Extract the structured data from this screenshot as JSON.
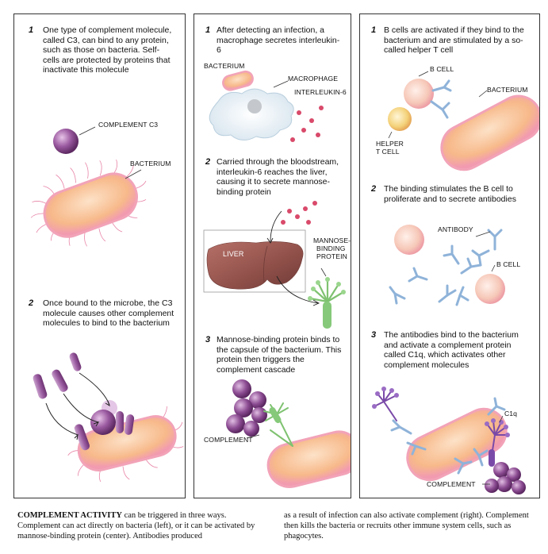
{
  "left": {
    "step1": {
      "num": "1",
      "text": "One type of complement molecule, called C3, can bind to any protein, such as those on bacteria. Self-cells are protected by proteins that inactivate this molecule"
    },
    "label_c3": "COMPLEMENT C3",
    "label_bacterium": "BACTERIUM",
    "step2": {
      "num": "2",
      "text": "Once bound to the microbe, the C3 molecule causes other complement molecules to bind to the bacterium"
    }
  },
  "center": {
    "step1": {
      "num": "1",
      "text": "After detecting an infection, a macrophage secretes interleukin-6"
    },
    "label_bacterium": "BACTERIUM",
    "label_macrophage": "MACROPHAGE",
    "label_interleukin": "INTERLEUKIN-6",
    "step2": {
      "num": "2",
      "text": "Carried through the bloodstream, interleukin-6 reaches the liver, causing it to secrete mannose-binding protein"
    },
    "label_liver": "LIVER",
    "label_mbp": [
      "MANNOSE-",
      "BINDING",
      "PROTEIN"
    ],
    "step3": {
      "num": "3",
      "text": "Mannose-binding protein binds to the capsule of the bacterium. This protein then triggers the complement cascade"
    },
    "label_complement": "COMPLEMENT"
  },
  "right": {
    "step1": {
      "num": "1",
      "text": "B cells are activated if they bind to the bacterium and are stimulated by a so-called helper T cell"
    },
    "label_bcell": "B CELL",
    "label_bacterium": "BACTERIUM",
    "label_helper": [
      "HELPER",
      "T CELL"
    ],
    "step2": {
      "num": "2",
      "text": "The binding stimulates the B cell to proliferate and to secrete antibodies"
    },
    "label_antibody": "ANTIBODY",
    "label_bcell2": "B CELL",
    "step3": {
      "num": "3",
      "text": "The antibodies bind to the bacterium and activate a complement protein called C1q, which activates other complement molecules"
    },
    "label_c1q": "C1q",
    "label_complement": "COMPLEMENT"
  },
  "caption": {
    "lead": "COMPLEMENT ACTIVITY",
    "col1": "can be triggered in three ways. Complement can act directly on bacteria (left), or it can be activated by mannose-binding protein (center). Antibodies produced",
    "col2": "as a result of infection can also activate complement (right). Complement then kills the bacteria or recruits other immune system cells, such as phagocytes."
  },
  "colors": {
    "bacterium_fill": "#f5b98a",
    "bacterium_rim": "#f2a3b8",
    "complement": "#8a4a8e",
    "antibody": "#8fb3d9",
    "mbp": "#86c97a",
    "liver": "#9a5a52",
    "bcell": "#f6c8b8",
    "helper": "#f4d27a",
    "il6": "#d94a6a"
  }
}
